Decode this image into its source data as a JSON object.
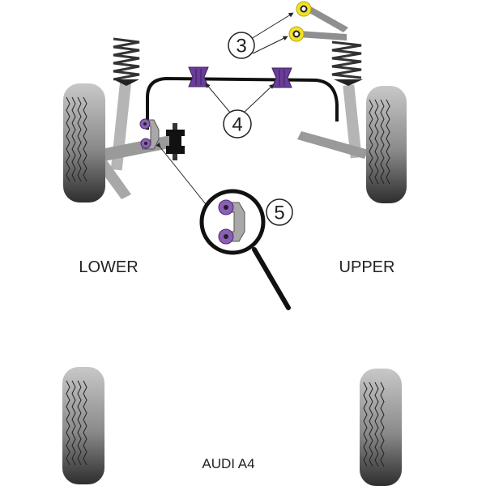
{
  "diagram": {
    "title": "AUDI A4",
    "sections": {
      "lower": "LOWER",
      "upper": "UPPER"
    },
    "callouts": [
      {
        "number": "3",
        "description": "upper arm bushes"
      },
      {
        "number": "4",
        "description": "anti-roll bar bushes"
      },
      {
        "number": "5",
        "description": "drop link bush (magnified)"
      }
    ],
    "colors": {
      "bush_purple": "#6a3d9a",
      "bush_yellow": "#f2e22a",
      "arm_grey": "#9a9a9a",
      "tyre_dark": "#3a3a3a",
      "outline": "#111111"
    }
  }
}
